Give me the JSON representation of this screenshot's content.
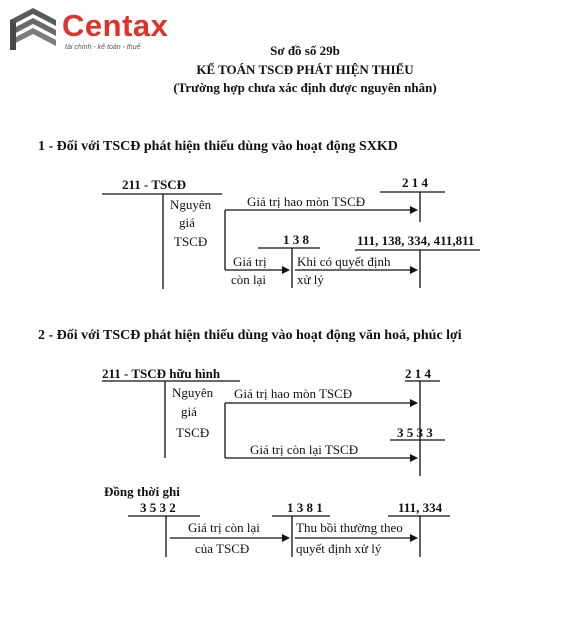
{
  "logo": {
    "brand": "Centax",
    "tagline": "tài chính - kế toán - thuế",
    "brand_color": "#e0322b",
    "mark_color": "#555555"
  },
  "header": {
    "title": "Sơ đồ số 29b",
    "subtitle": "KẾ TOÁN TSCĐ PHÁT HIỆN THIẾU",
    "note": "(Trường hợp chưa xác định được nguyên nhân)"
  },
  "section1": {
    "heading": "1 - Đối với TSCĐ phát hiện thiếu dùng vào hoạt động SXKD",
    "acc_211": "211 - TSCĐ",
    "acc_214": "2 1 4",
    "acc_138": "1 3 8",
    "acc_multi": "111, 138, 334, 411,811",
    "label_nguyen": "Nguyên",
    "label_gia": "giá",
    "label_tscd": "TSCĐ",
    "flow_hao_mon": "Giá trị hao mòn TSCĐ",
    "flow_gia_tri": "Giá trị",
    "flow_con_lai": "còn lại",
    "flow_khi_co": "Khi có quyết định",
    "flow_xu_ly": "xử lý"
  },
  "section2": {
    "heading": "2 - Đối với TSCĐ phát hiện thiếu dùng vào hoạt động văn hoá, phúc lợi",
    "acc_211": "211 - TSCĐ hữu hình",
    "acc_214": "2 1 4",
    "acc_3533": "3 5 3 3",
    "label_nguyen": "Nguyên",
    "label_gia": "giá",
    "label_tscd": "TSCĐ",
    "flow_hao_mon": "Giá trị hao mòn TSCĐ",
    "flow_con_lai": "Giá trị còn lại TSCĐ",
    "dong_thoi": "Đồng thời ghi",
    "acc_3532": "3 5 3 2",
    "acc_1381": "1 3 8 1",
    "acc_111": "111, 334",
    "flow_gtcl_1": "Giá trị còn lại",
    "flow_gtcl_2": "của TSCĐ",
    "flow_thu_1": "Thu bồi thường theo",
    "flow_thu_2": "quyết định xử lý"
  }
}
